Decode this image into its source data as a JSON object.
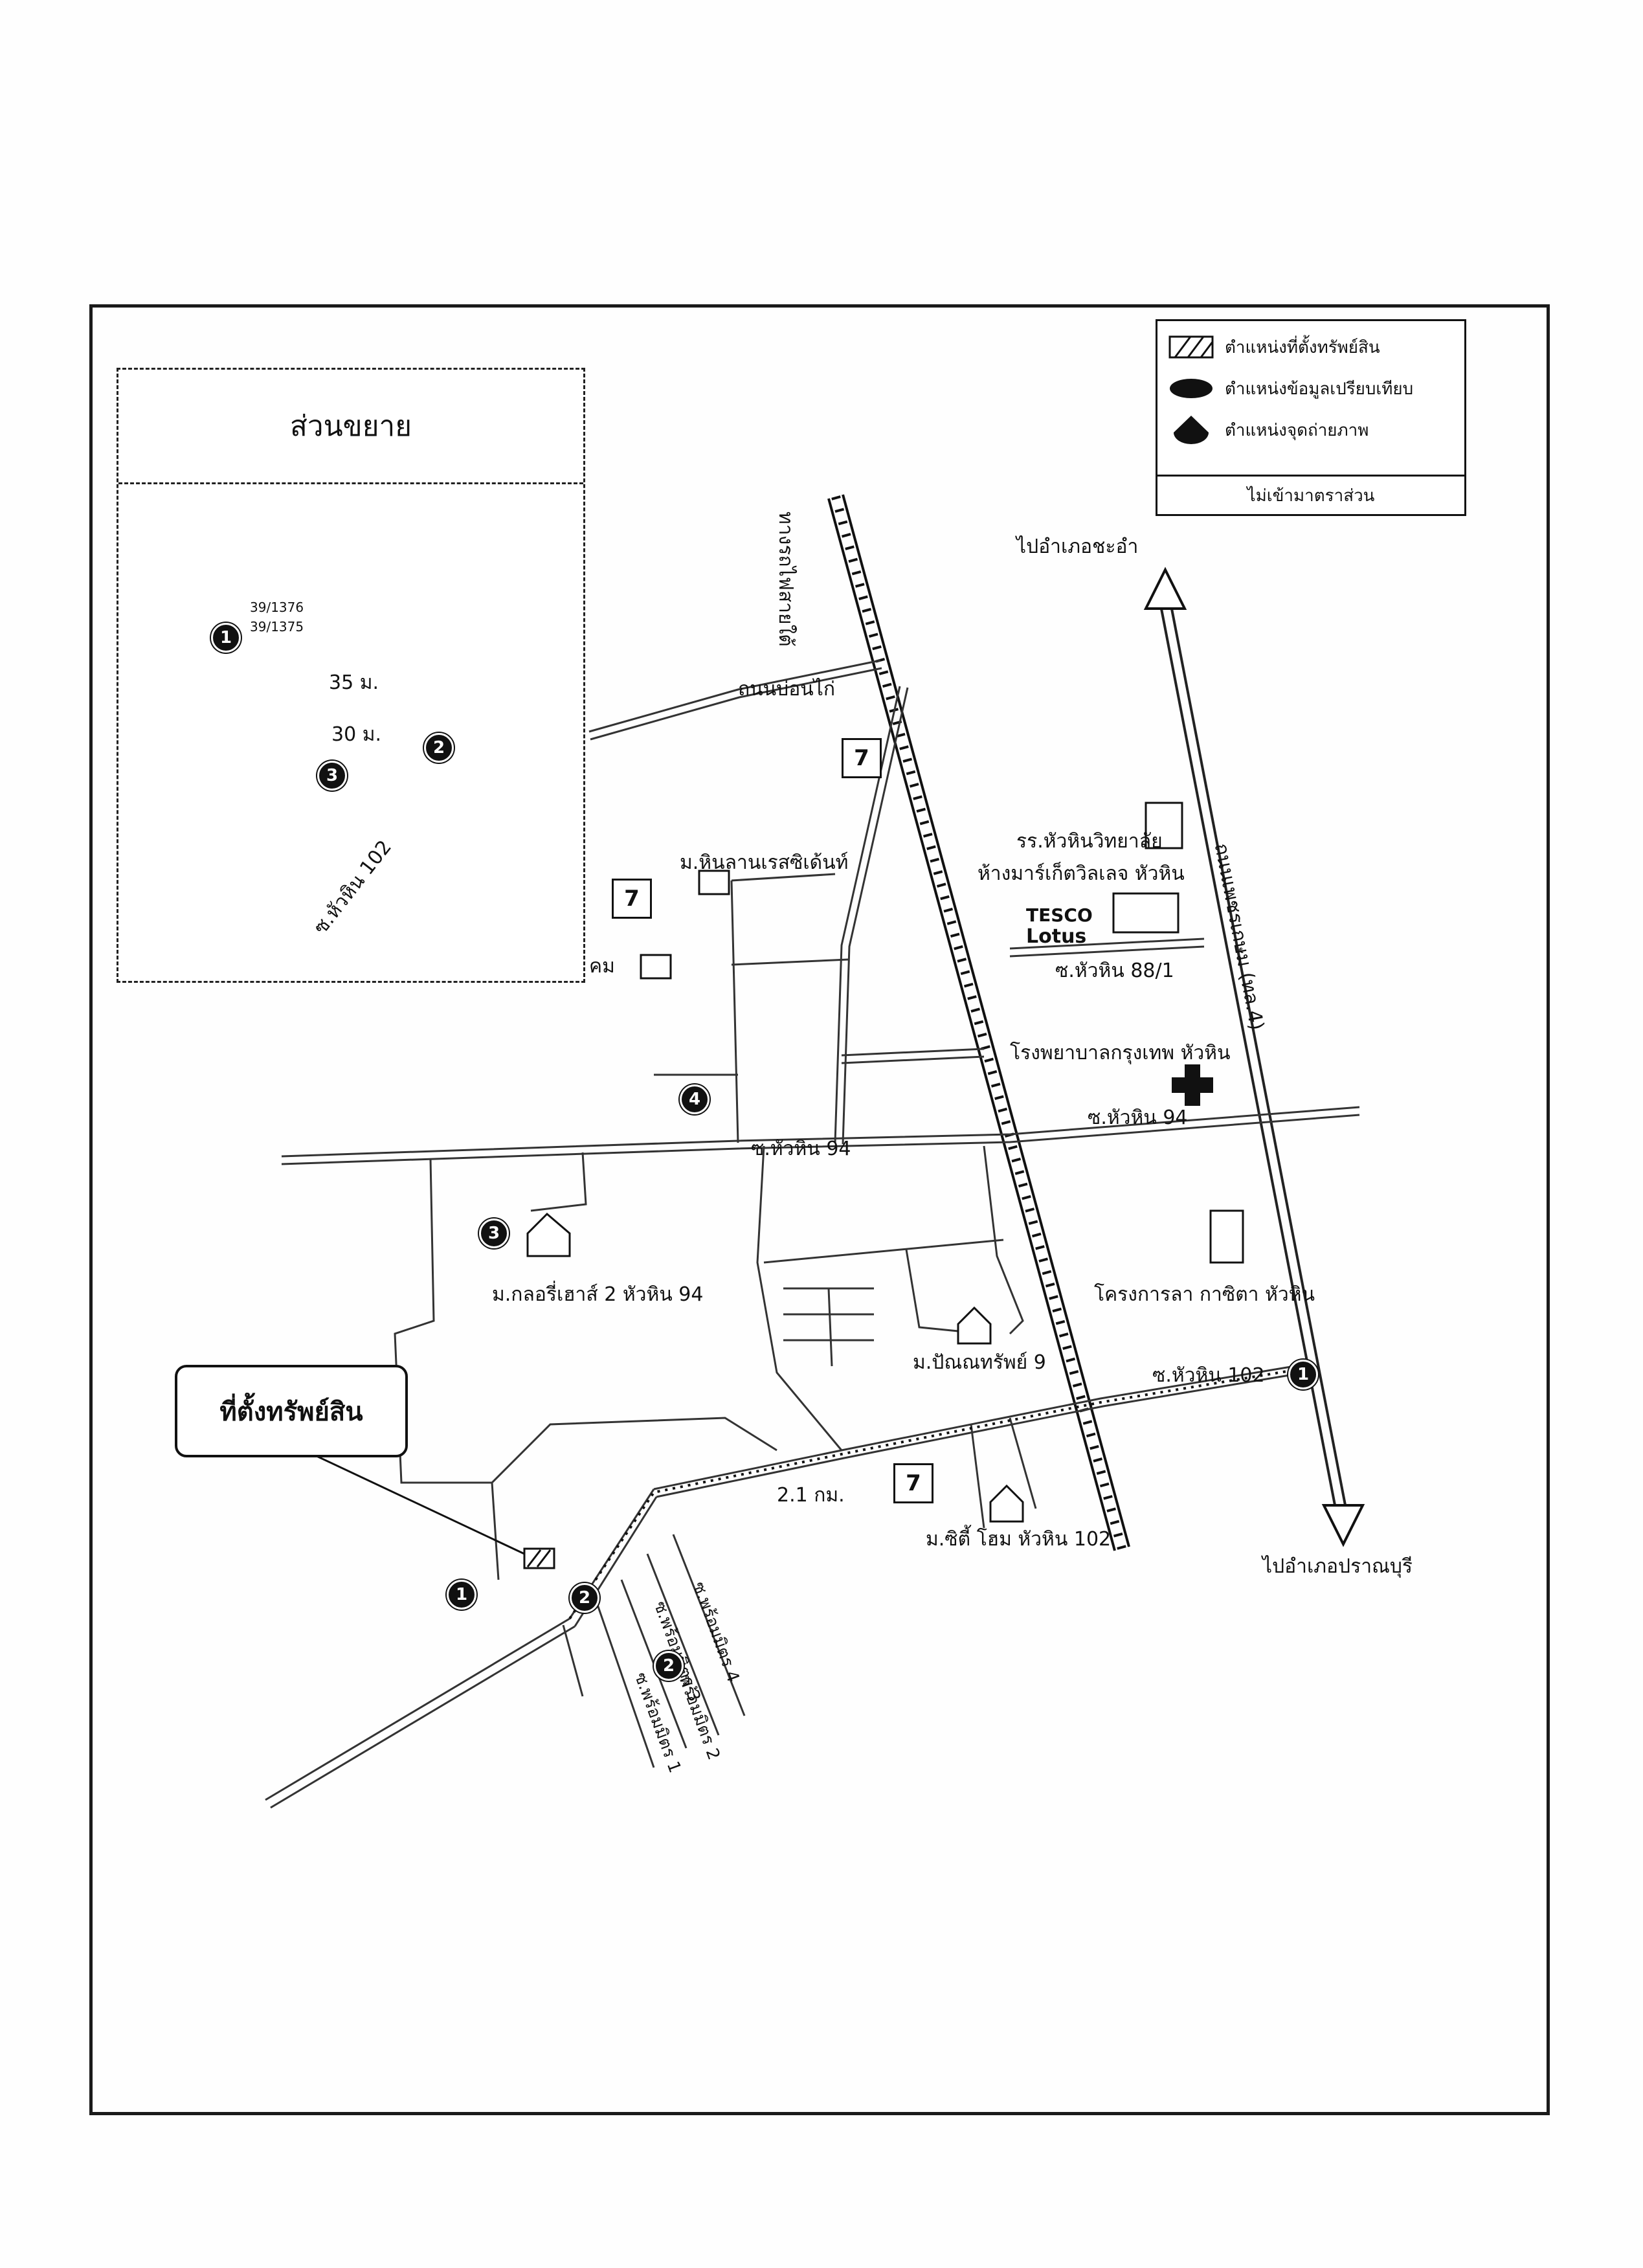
{
  "legend": {
    "site_label": "ตำแหน่งที่ตั้งทรัพย์สิน",
    "comparable_label": "ตำแหน่งข้อมูลเปรียบเทียบ",
    "photo_label": "ตำแหน่งจุดถ่ายภาพ",
    "scale_note": "ไม่เข้ามาตราส่วน"
  },
  "inset": {
    "title": "ส่วนขยาย",
    "plot_label_top": "39/1376",
    "plot_label_bottom": "39/1375",
    "dist_35": "35 ม.",
    "dist_30": "30 ม.",
    "road_label": "ซ.หัวหิน 102",
    "marker_1": "1",
    "marker_2": "2",
    "marker_3": "3"
  },
  "callout": {
    "label": "ที่ตั้งทรัพย์สิน"
  },
  "labels": {
    "to_chaam": "ไปอำเภอชะอำ",
    "to_pranburi": "ไปอำเภอปราณบุรี",
    "railway": "ทางรถไฟสายใต้",
    "road_bonai": "ถนนบ่อนไก่",
    "school": "รร.หัวหินวิทยาลัย",
    "market": "ห้างมาร์เก็ตวิลเลจ หัวหิน",
    "tesco_1": "TESCO",
    "tesco_2": "Lotus",
    "soi_88": "ซ.หัวหิน 88/1",
    "hospital": "โรงพยาบาลกรุงเทพ หัวหิน",
    "soi_94_east": "ซ.หัวหิน 94",
    "soi_94_west": "ซ.หัวหิน 94",
    "soi_102": "ซ.หัวหิน 102",
    "hin_lan": "ม.หินลานเรสซิเด้นท์",
    "glory": "ม.กลอรี่เฮาส์ 2 หัวหิน 94",
    "pannasap": "ม.ปัณณทรัพย์ 9",
    "kasita": "โครงการลา กาซิตา หัวหิน",
    "city_home": "ม.ซิตี้ โฮม หัวหิน 102",
    "dist_21": "2.1 กม.",
    "khom": "คม",
    "petkasem": "ถนนเพชรเกษม (ทล.4)",
    "soi_4": "ซ.พร้อมมิตร 4",
    "soi_3": "ซ.พร้อมมิตร 3",
    "soi_2": "ซ.พร้อมมิตร 2",
    "soi_1": "ซ.พร้อมมิตร 1",
    "seven_label": "7"
  },
  "markers": {
    "m1_main": "1",
    "m2_main": "2",
    "m2b_main": "2",
    "m3_main": "3",
    "m4_main": "4",
    "m1_east": "1"
  }
}
